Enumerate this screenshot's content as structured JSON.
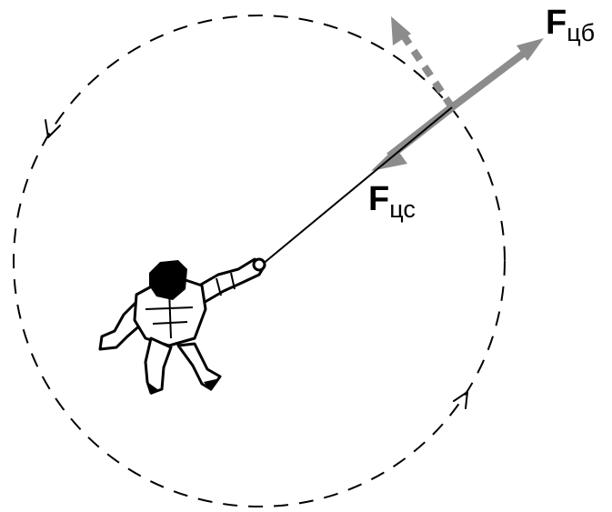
{
  "labels": {
    "centrifugal_main": "F",
    "centrifugal_sub": "цб",
    "centripetal_main": "F",
    "centripetal_sub": "цс"
  },
  "colors": {
    "ink": "#000000",
    "force_arrow": "#8c8c8c",
    "background": "#ffffff"
  },
  "icons": {
    "figure": "person-swinging-object-on-rope-icon"
  }
}
